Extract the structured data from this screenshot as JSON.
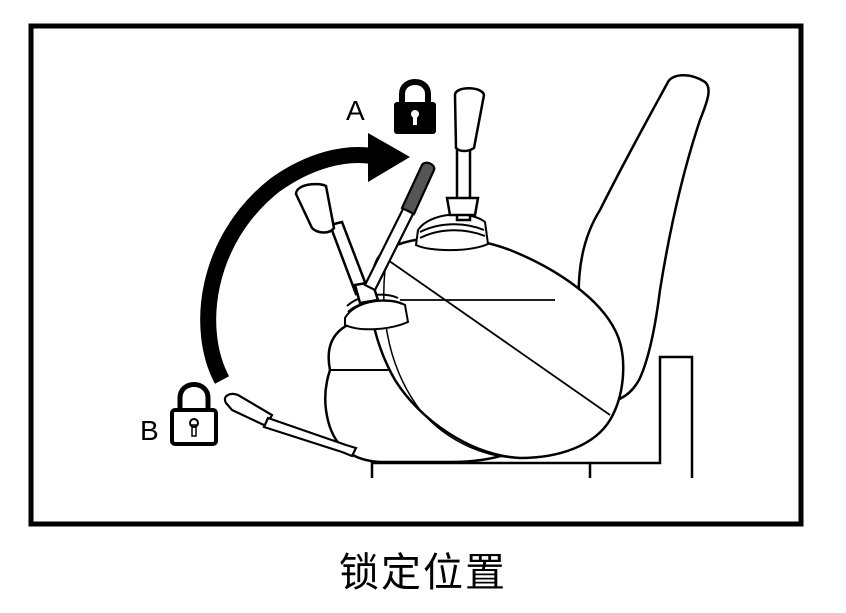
{
  "labels": {
    "position_a": "A",
    "position_b": "B"
  },
  "caption": "锁定位置",
  "icons": {
    "position_a": "locked-padlock-icon",
    "position_b": "unlocked-padlock-icon",
    "motion": "curved-arrow-icon"
  },
  "colors": {
    "ink": "#000000",
    "paper": "#ffffff"
  }
}
